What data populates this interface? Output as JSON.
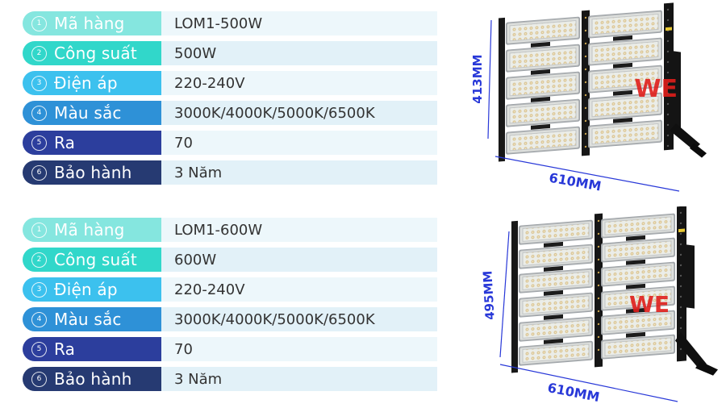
{
  "tables": [
    {
      "rows": [
        {
          "num": "1",
          "label": "Mã hàng",
          "value": "LOM1-500W",
          "pill_color": "#85e6df"
        },
        {
          "num": "2",
          "label": "Công suất",
          "value": "500W",
          "pill_color": "#31d7ca"
        },
        {
          "num": "3",
          "label": "Điện áp",
          "value": "220-240V",
          "pill_color": "#3cc1ee"
        },
        {
          "num": "4",
          "label": "Màu sắc",
          "value": "3000K/4000K/5000K/6500K",
          "pill_color": "#2e91d7"
        },
        {
          "num": "5",
          "label": "Ra",
          "value": "70",
          "pill_color": "#2c3e9d"
        },
        {
          "num": "6",
          "label": "Bảo hành",
          "value": "3 Năm",
          "pill_color": "#263a72"
        }
      ]
    },
    {
      "rows": [
        {
          "num": "1",
          "label": "Mã hàng",
          "value": "LOM1-600W",
          "pill_color": "#85e6df"
        },
        {
          "num": "2",
          "label": "Công suất",
          "value": "600W",
          "pill_color": "#31d7ca"
        },
        {
          "num": "3",
          "label": "Điện áp",
          "value": "220-240V",
          "pill_color": "#3cc1ee"
        },
        {
          "num": "4",
          "label": "Màu sắc",
          "value": "3000K/4000K/5000K/6500K",
          "pill_color": "#2e91d7"
        },
        {
          "num": "5",
          "label": "Ra",
          "value": "70",
          "pill_color": "#2c3e9d"
        },
        {
          "num": "6",
          "label": "Bảo hành",
          "value": "3 Năm",
          "pill_color": "#263a72"
        }
      ]
    }
  ],
  "products": [
    {
      "height_label": "413MM",
      "width_label": "610MM",
      "watermark": "WE"
    },
    {
      "height_label": "495MM",
      "width_label": "610MM",
      "watermark": "WE"
    }
  ],
  "colors": {
    "dimension_text": "#2838d8",
    "watermark_red": "#e01f1b",
    "value_text": "#333333",
    "value_bg_odd": "#edf7fb",
    "value_bg_even": "#e2f1f8"
  }
}
